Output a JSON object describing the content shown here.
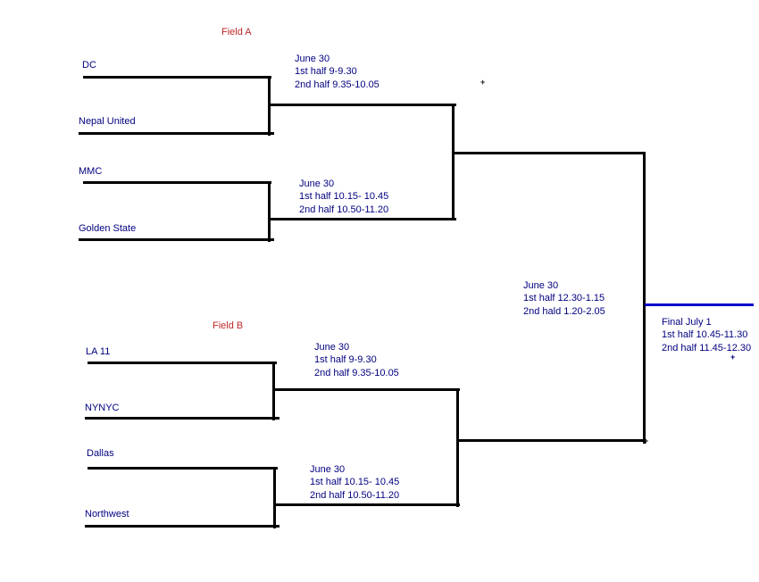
{
  "colors": {
    "background": "#ffffff",
    "bracket_line": "#000000",
    "final_line": "#0000cc",
    "text": "#000080",
    "field_label": "#c02828",
    "cursor_mark": "#1a1a1a"
  },
  "bracket": {
    "field_a": {
      "label": "Field A",
      "match_1": {
        "team_top": "DC",
        "team_bottom": "Nepal United",
        "schedule": [
          "June 30",
          "1st half 9-9.30",
          "2nd half 9.35-10.05"
        ]
      },
      "match_2": {
        "team_top": "MMC",
        "team_bottom": "Golden State",
        "schedule": [
          "June 30",
          "1st half 10.15- 10.45",
          "2nd half 10.50-11.20"
        ]
      }
    },
    "field_b": {
      "label": "Field B",
      "match_1": {
        "team_top": "LA 11",
        "team_bottom": "NYNYC",
        "schedule": [
          "June 30",
          "1st half 9-9.30",
          "2nd half 9.35-10.05"
        ]
      },
      "match_2": {
        "team_top": "Dallas",
        "team_bottom": "Northwest",
        "schedule": [
          "June 30",
          "1st half 10.15- 10.45",
          "2nd half 10.50-11.20"
        ]
      }
    },
    "semifinal": {
      "schedule": [
        "June 30",
        "1st half 12.30-1.15",
        "2nd hald 1.20-2.05"
      ]
    },
    "final": {
      "schedule": [
        "Final July 1",
        "1st half 10.45-11.30",
        "2nd half 11.45-12.30"
      ]
    },
    "cursor_mark_glyph": "+"
  }
}
